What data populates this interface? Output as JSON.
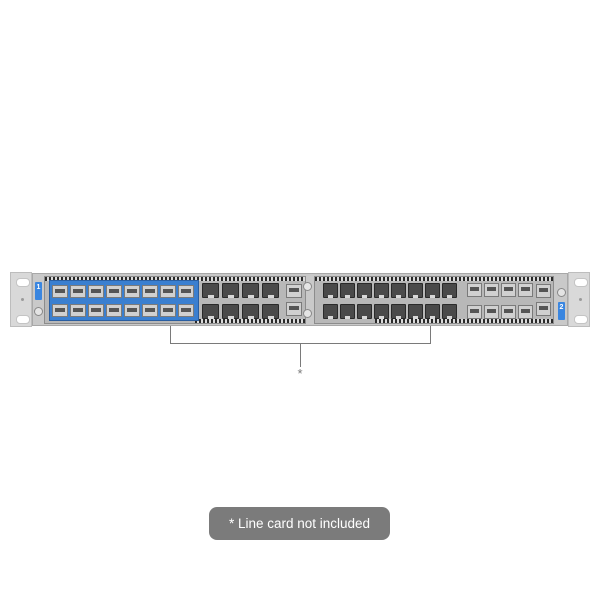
{
  "product": {
    "type": "network-switch",
    "slots": [
      {
        "label": "1",
        "ports": {
          "sfp": 16,
          "rj45": 8,
          "uplink_sfp": 2
        },
        "accent_color": "#3a7fd0"
      },
      {
        "label": "2",
        "ports": {
          "rj45": 16,
          "sfp": 8,
          "uplink_sfp": 2
        },
        "accent_color": "#3a86e0"
      }
    ]
  },
  "annotation": {
    "marker": "*"
  },
  "notice": {
    "text": "* Line card not included",
    "background": "#7b7b7b",
    "color": "#ffffff"
  }
}
